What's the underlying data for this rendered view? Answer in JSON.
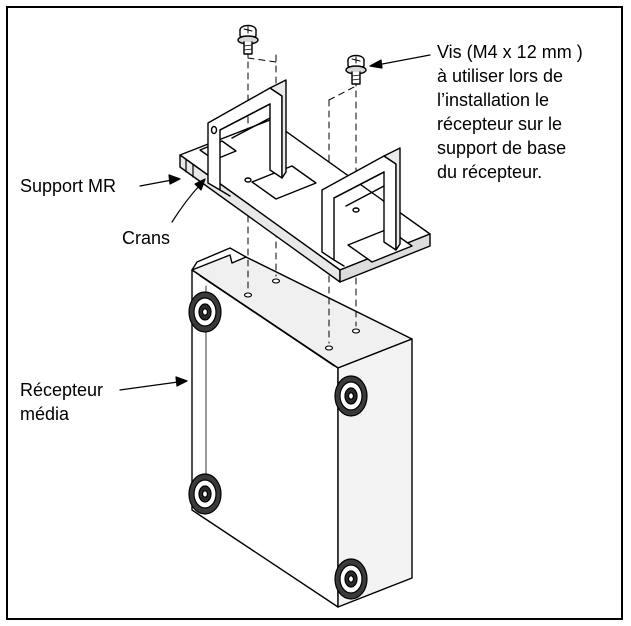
{
  "labels": {
    "screw": [
      "Vis (M4 x 12 mm )",
      "à utiliser lors de",
      "l’installation le",
      "récepteur sur le",
      "support de base",
      "du récepteur."
    ],
    "bracket": "Support MR",
    "notches": "Crans",
    "receiver": [
      "Récepteur",
      "média"
    ]
  }
}
